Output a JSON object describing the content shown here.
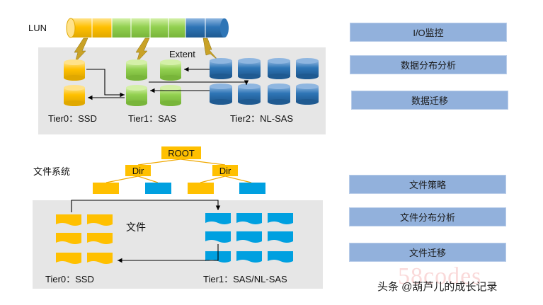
{
  "lun_label": "LUN",
  "extent_label": "Extent",
  "tiers_top": {
    "tier0": "Tier0：SSD",
    "tier1": "Tier1：SAS",
    "tier2": "Tier2：NL-SAS"
  },
  "tiers_bottom": {
    "tier0": "Tier0：SSD",
    "tier1": "Tier1：SAS/NL-SAS"
  },
  "filesystem_label": "文件系统",
  "tree": {
    "root": "ROOT",
    "dir_left": "Dir",
    "dir_right": "Dir"
  },
  "file_label": "文件",
  "right_buttons_top": [
    "I/O监控",
    "数据分布分析",
    "数据迁移"
  ],
  "right_buttons_bottom": [
    "文件策略",
    "文件分布分析",
    "文件迁移"
  ],
  "watermark_text": "58codes",
  "credit_text": "头条 @葫芦儿的成长记录",
  "colors": {
    "ssd": "#ffc000",
    "sas": "#92d050",
    "nlsas": "#2e75b6",
    "file_blue": "#00a0e0",
    "panel": "#e6e6e6",
    "button": "#92b1dc"
  }
}
